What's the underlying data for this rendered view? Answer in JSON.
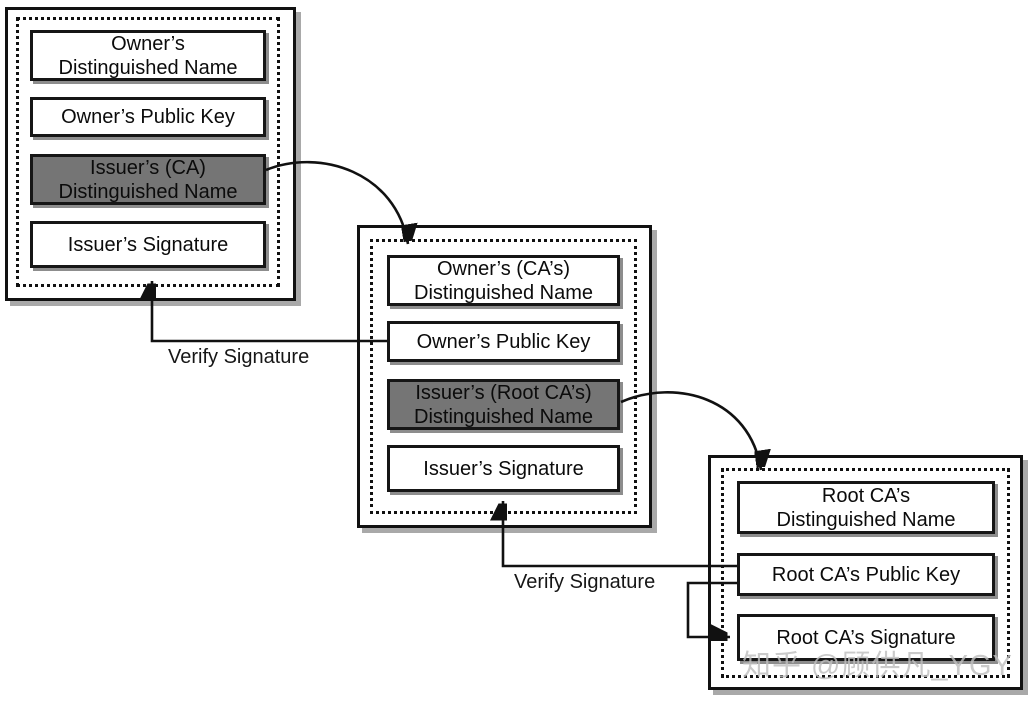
{
  "certs": [
    {
      "fields": [
        {
          "text": "Owner’s\nDistinguished Name",
          "highlighted": false
        },
        {
          "text": "Owner’s Public Key",
          "highlighted": false
        },
        {
          "text": "Issuer’s (CA)\nDistinguished Name",
          "highlighted": true
        },
        {
          "text": "Issuer’s Signature",
          "highlighted": false
        }
      ]
    },
    {
      "fields": [
        {
          "text": "Owner’s (CA’s)\nDistinguished Name",
          "highlighted": false
        },
        {
          "text": "Owner’s Public Key",
          "highlighted": false
        },
        {
          "text": "Issuer’s (Root CA’s)\nDistinguished Name",
          "highlighted": true
        },
        {
          "text": "Issuer’s Signature",
          "highlighted": false
        }
      ]
    },
    {
      "fields": [
        {
          "text": "Root CA’s\nDistinguished Name",
          "highlighted": false
        },
        {
          "text": "Root CA’s Public Key",
          "highlighted": false
        },
        {
          "text": "Root CA’s Signature",
          "highlighted": false
        }
      ]
    }
  ],
  "labels": {
    "verify_signature_left": "Verify Signature",
    "verify_signature_right": "Verify Signature"
  },
  "watermark": {
    "text": "知乎 @顾供凡_YGY"
  },
  "colors": {
    "highlight_fill": "#757575",
    "line": "#111111",
    "box_shadow": "#a9a9a9",
    "watermark": "#bfbfbf"
  }
}
